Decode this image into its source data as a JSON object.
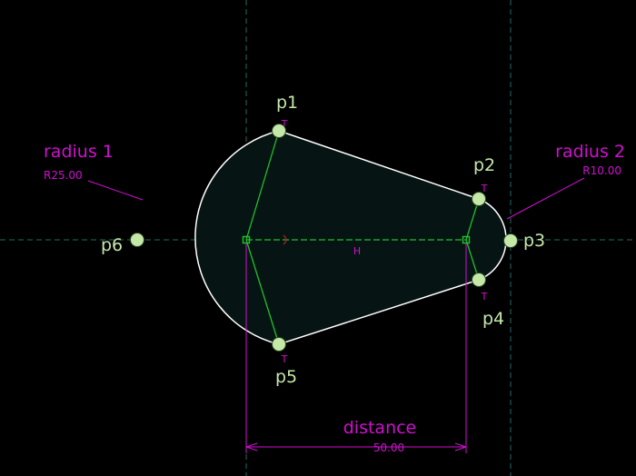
{
  "colors": {
    "background": "#000000",
    "shape_fill": "#071414",
    "outline": "#ffffff",
    "construction": "#1fbf2a",
    "dimension": "#d10fd1",
    "centerline": "#1f6b64",
    "point_fill": "#c5e8a9",
    "point_label": "#c5e8a9"
  },
  "points": {
    "p1": "p1",
    "p2": "p2",
    "p3": "p3",
    "p4": "p4",
    "p5": "p5",
    "p6": "p6"
  },
  "radius1": {
    "title": "radius 1",
    "value": "R25.00"
  },
  "radius2": {
    "title": "radius 2",
    "value": "R10.00"
  },
  "distance": {
    "title": "distance",
    "value": "50.00"
  },
  "constraints": {
    "tangent_mark": "T",
    "horizontal_mark": "H"
  }
}
